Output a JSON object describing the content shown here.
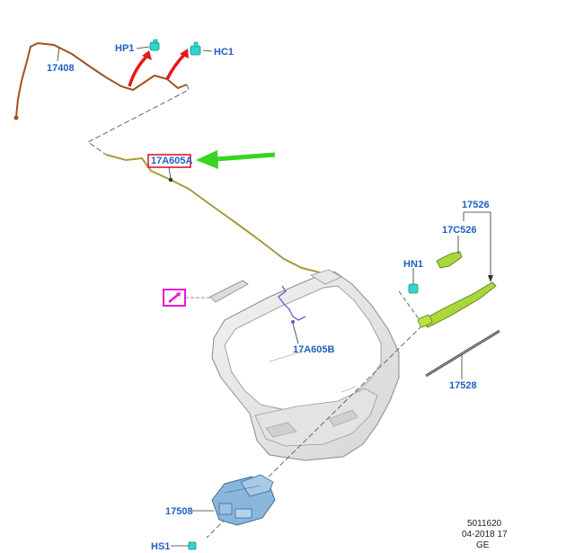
{
  "colors": {
    "callout_text": "#1f5fbf",
    "highlight_box": "#e0162b",
    "green_arrow": "#39d321",
    "red_arrow": "#e21a1a",
    "magenta_icon": "#e619d2",
    "wire_harness": "#a0521e",
    "hose": "#a69a3a",
    "wiper_arm": "#a8d83a",
    "connector": "#2fd6d0"
  },
  "icons": {
    "selection_marker": "pencil-icon"
  },
  "callouts": {
    "hp1": "HP1",
    "hc1": "HC1",
    "harness": "17408",
    "washer_hose": "17A605A",
    "wiper_arm_assembly": "17526",
    "wiper_blade_cover": "17C526",
    "nut": "HN1",
    "lower_hose": "17A605B",
    "wiper_blade": "17528",
    "wiper_motor": "17508",
    "screw": "HS1"
  },
  "footer": {
    "line1": "5011620",
    "line2": "04-2018 17",
    "line3": "GE"
  }
}
